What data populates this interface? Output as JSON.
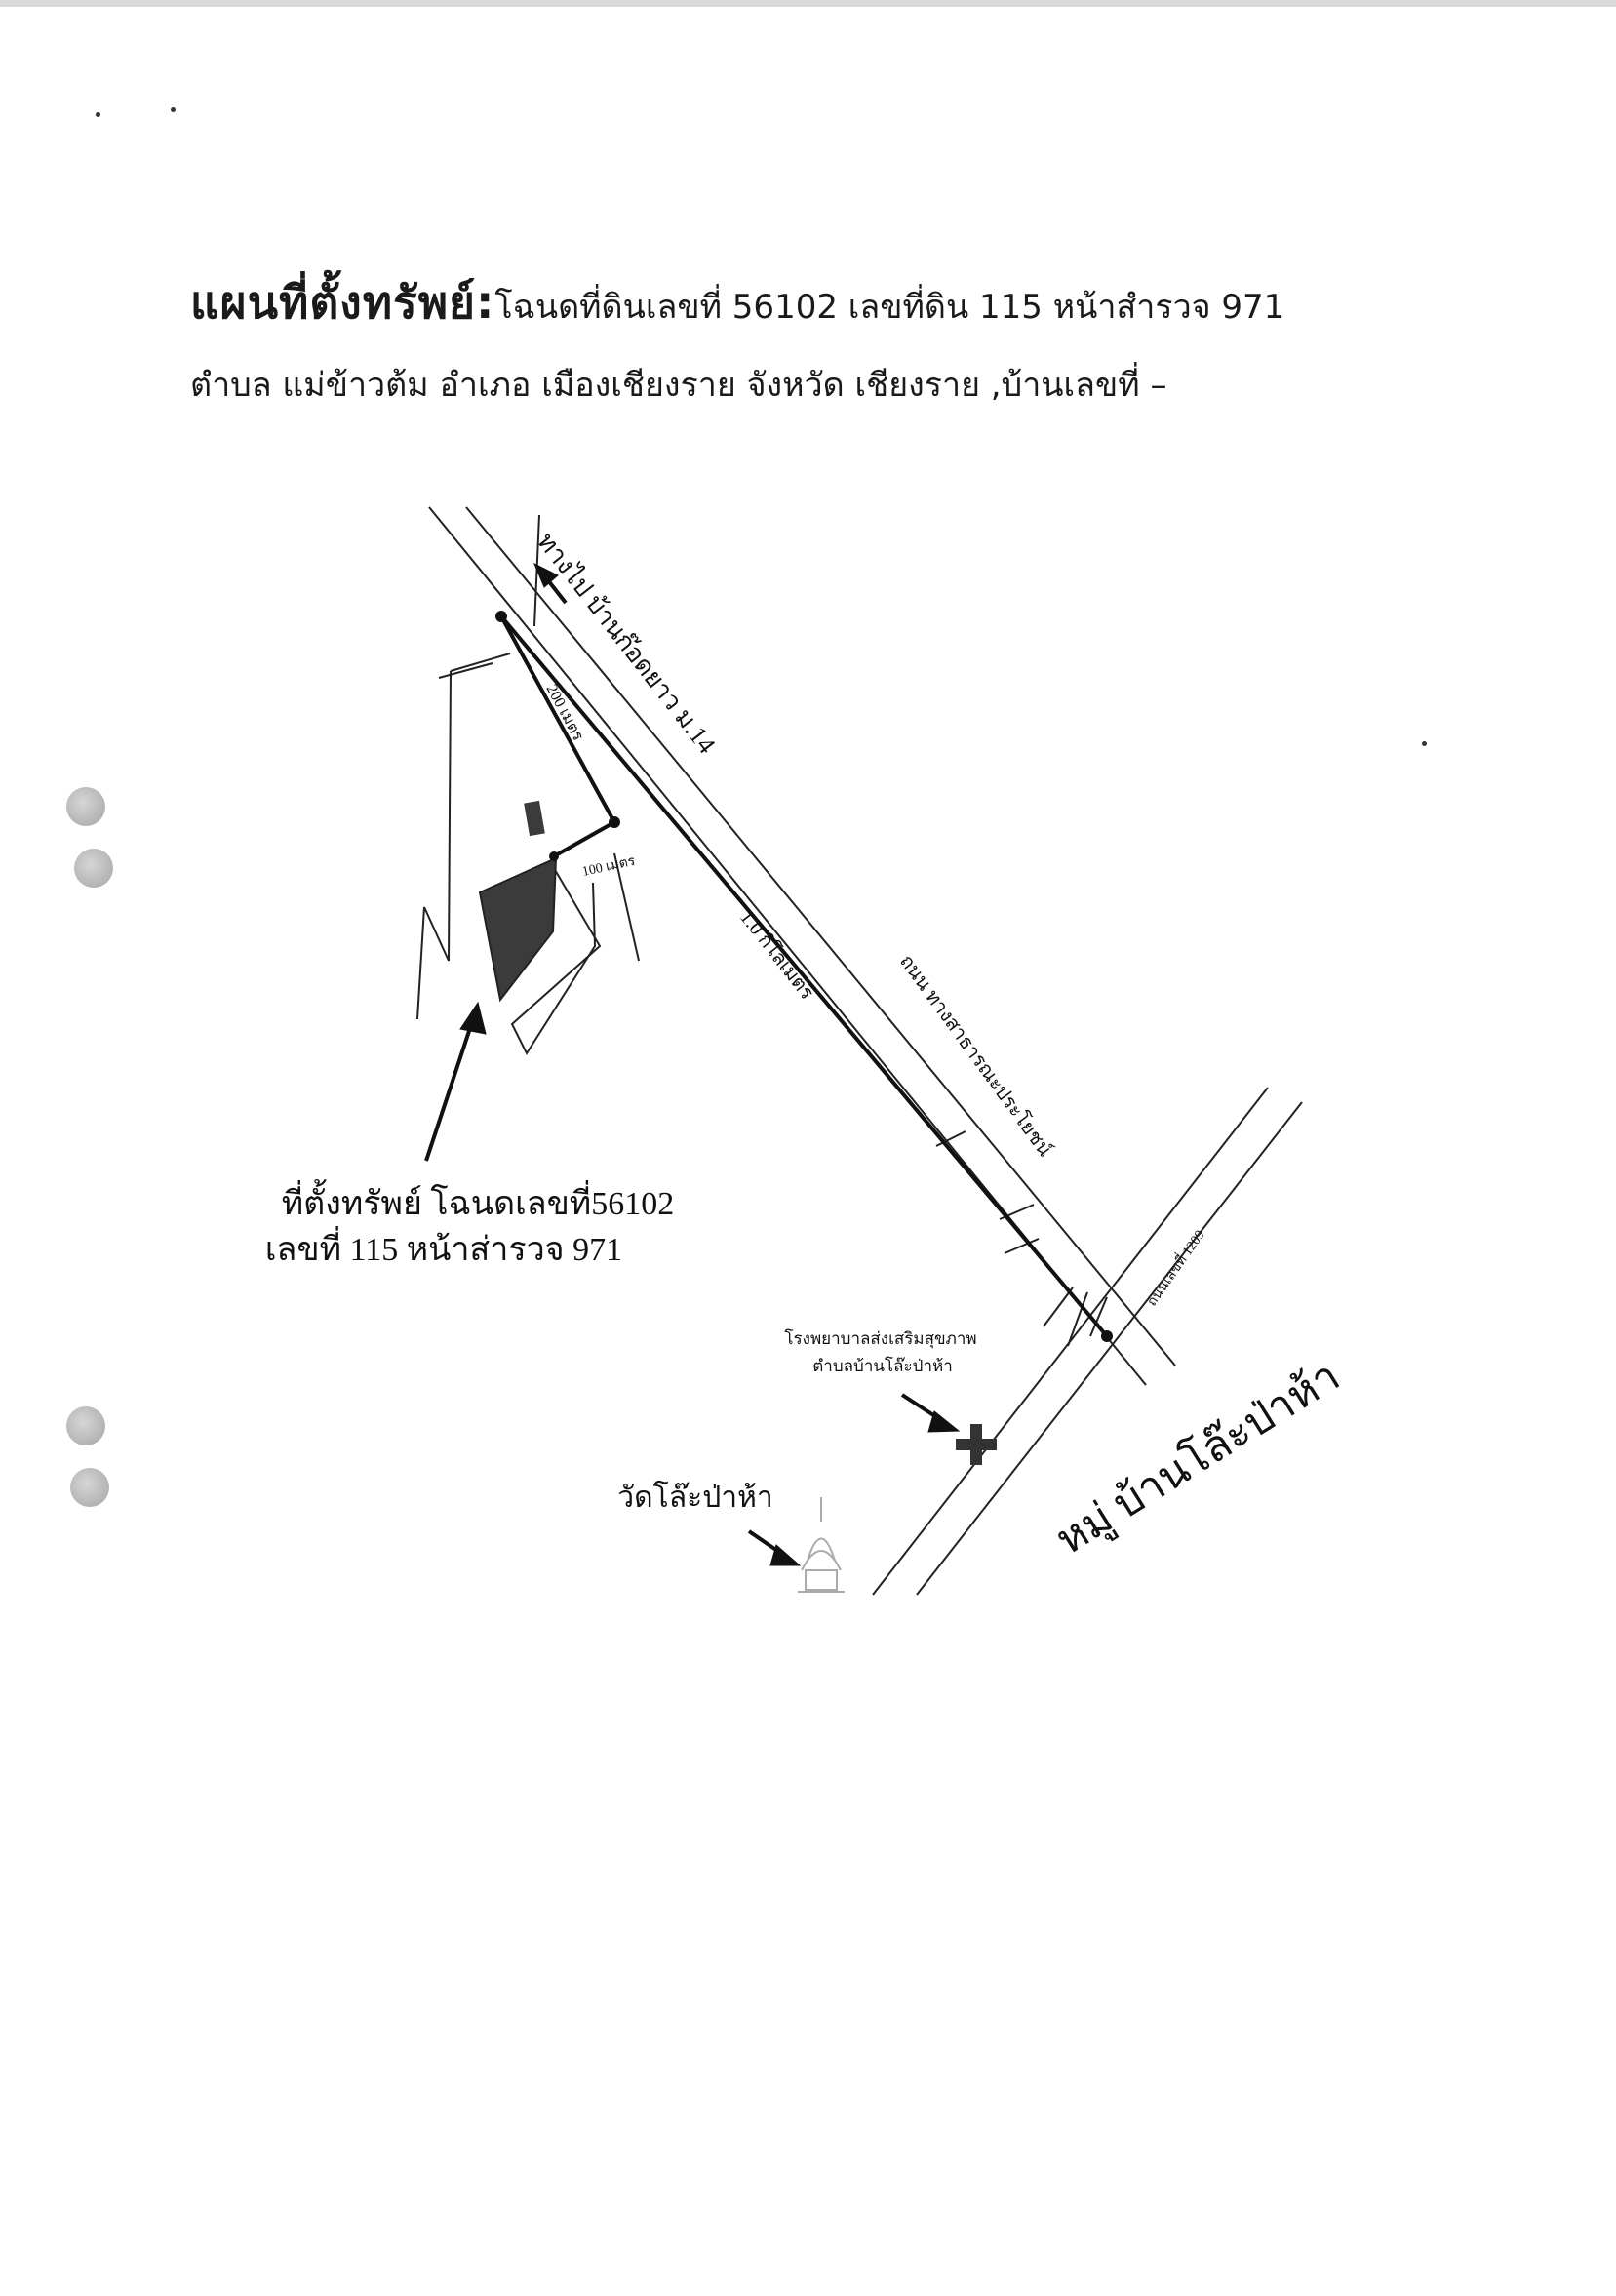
{
  "header": {
    "heading": "แผนที่ตั้งทรัพย์:",
    "line1_rest": "โฉนดที่ดินเลขที่ 56102 เลขที่ดิน 115 หน้าสำรวจ 971",
    "line2": "ตำบล แม่ข้าวต้ม อำเภอ เมืองเชียงราย จังหวัด เชียงราย ,บ้านเลขที่ –"
  },
  "map": {
    "road_direction_label": "ทางไป บ้านก๊อดยาว ม.14",
    "distance_200": "200 เมตร",
    "distance_100": "100 เมตร",
    "distance_1km": "1.0 กิโลเมตร",
    "main_road_label": "ถนน ทางสาธารณะประโยชน์",
    "road_1209_label": "ถนนเลขที่ 1209",
    "village_label": "หมู่ บ้านโล๊ะป่าห้า",
    "property_label_line1": "ที่ตั้งทรัพย์ โฉนดเลขที่56102",
    "property_label_line2": "เลขที่ 115 หน้าส่ารวจ 971",
    "hospital_label_line1": "โรงพยาบาลส่งเสริมสุขภาพ",
    "hospital_label_line2": "ตำบลบ้านโล๊ะป่าห้า",
    "temple_label": "วัดโล๊ะป่าห้า",
    "hospital_icon": "red-cross-icon",
    "temple_icon": "temple-stupa-icon"
  }
}
